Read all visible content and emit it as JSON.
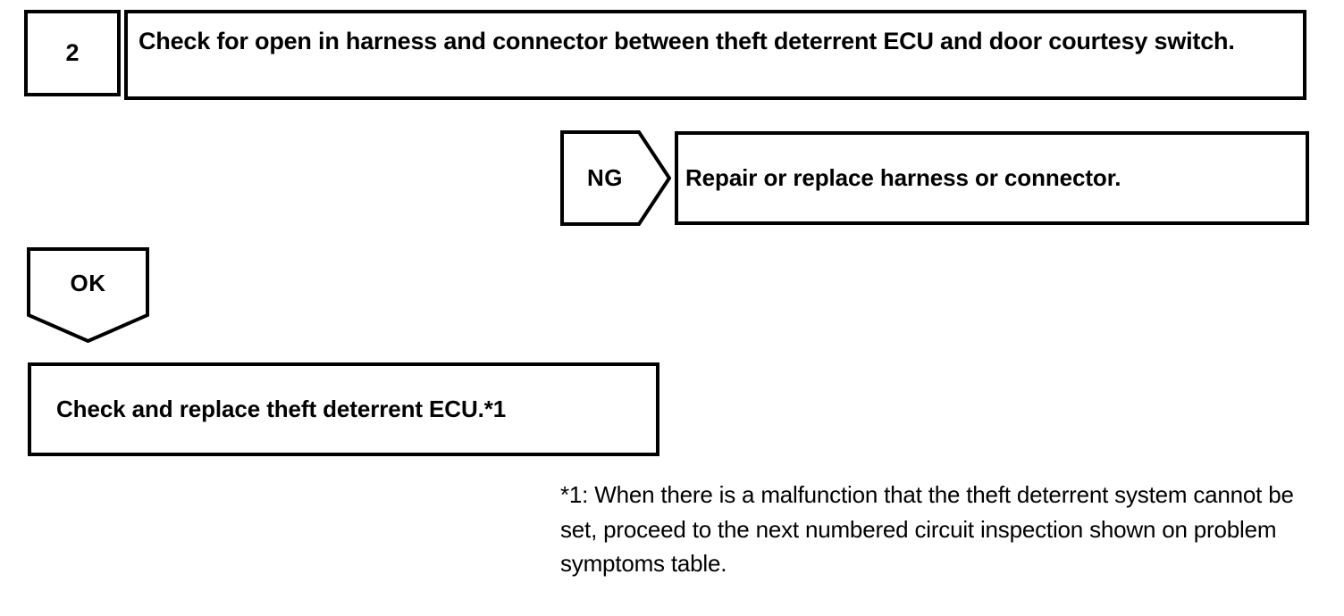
{
  "flowchart": {
    "step": {
      "number": "2",
      "instruction": "Check for open in harness and connector between theft deterrent ECU and door courtesy switch."
    },
    "ng_branch": {
      "label": "NG",
      "action": "Repair or replace harness or connector."
    },
    "ok_branch": {
      "label": "OK",
      "action": "Check and replace theft deterrent ECU.*1"
    },
    "footnote": "*1: When there is a malfunction that the theft deterrent system cannot be set, proceed to the next numbered circuit inspection shown on problem symptoms table."
  },
  "colors": {
    "ink": "#000000",
    "background": "#ffffff"
  }
}
